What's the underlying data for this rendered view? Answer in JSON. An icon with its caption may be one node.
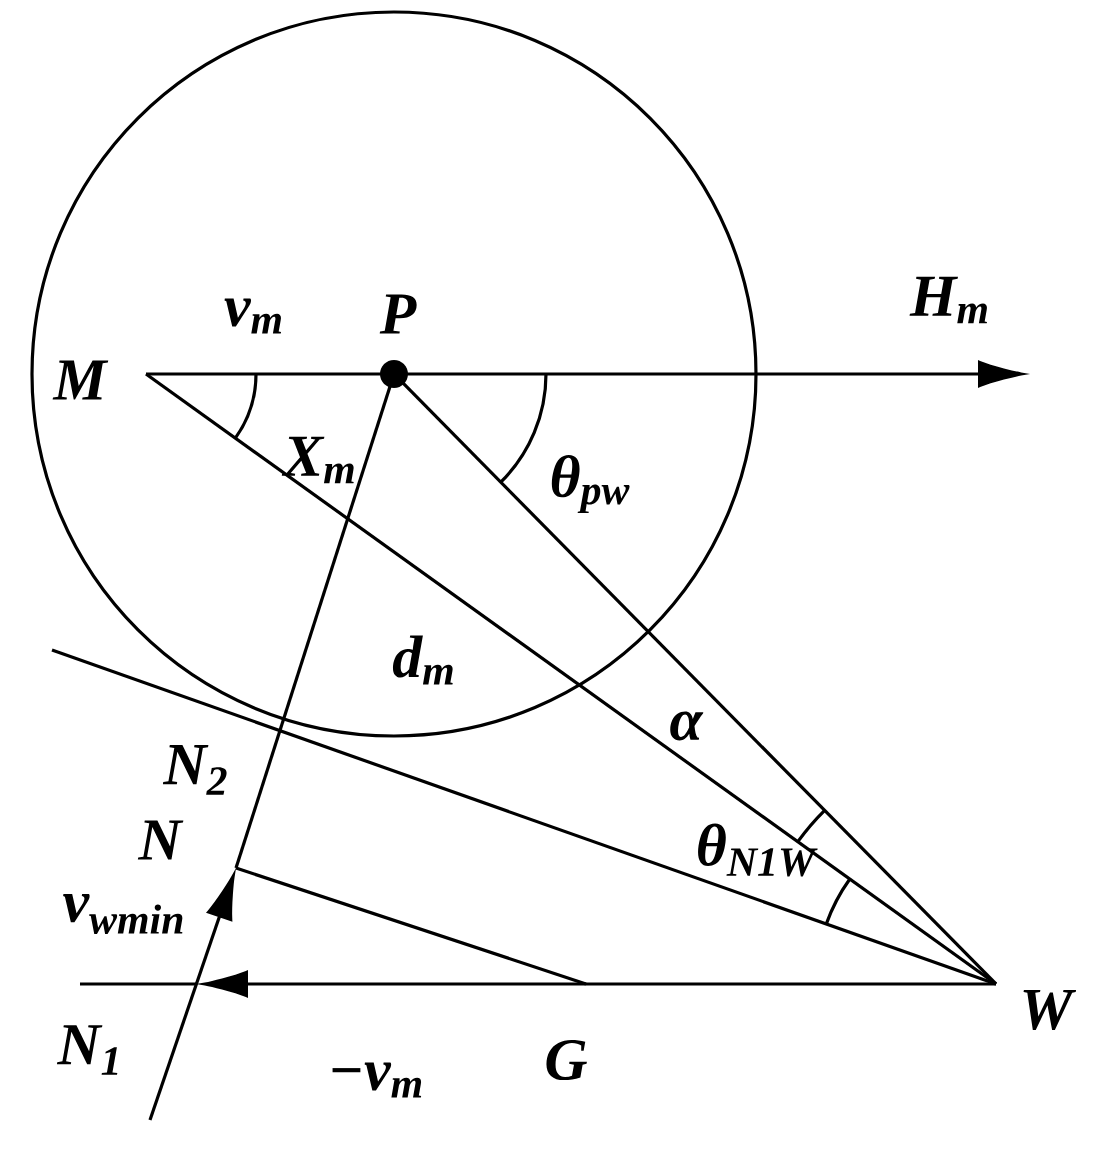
{
  "diagram": {
    "labels": [
      "H$_{m}$",
      "v$_{m}$",
      "P",
      "M",
      "X$_{m}$",
      "θ$_{pw}$",
      "d$_{m}$",
      "α",
      "N$_{2}$",
      "θ$_{N1W}$",
      "N",
      "v$_{wmin}$",
      "W",
      "N$_{1}$",
      "−v$_{m}$",
      "G"
    ]
  }
}
